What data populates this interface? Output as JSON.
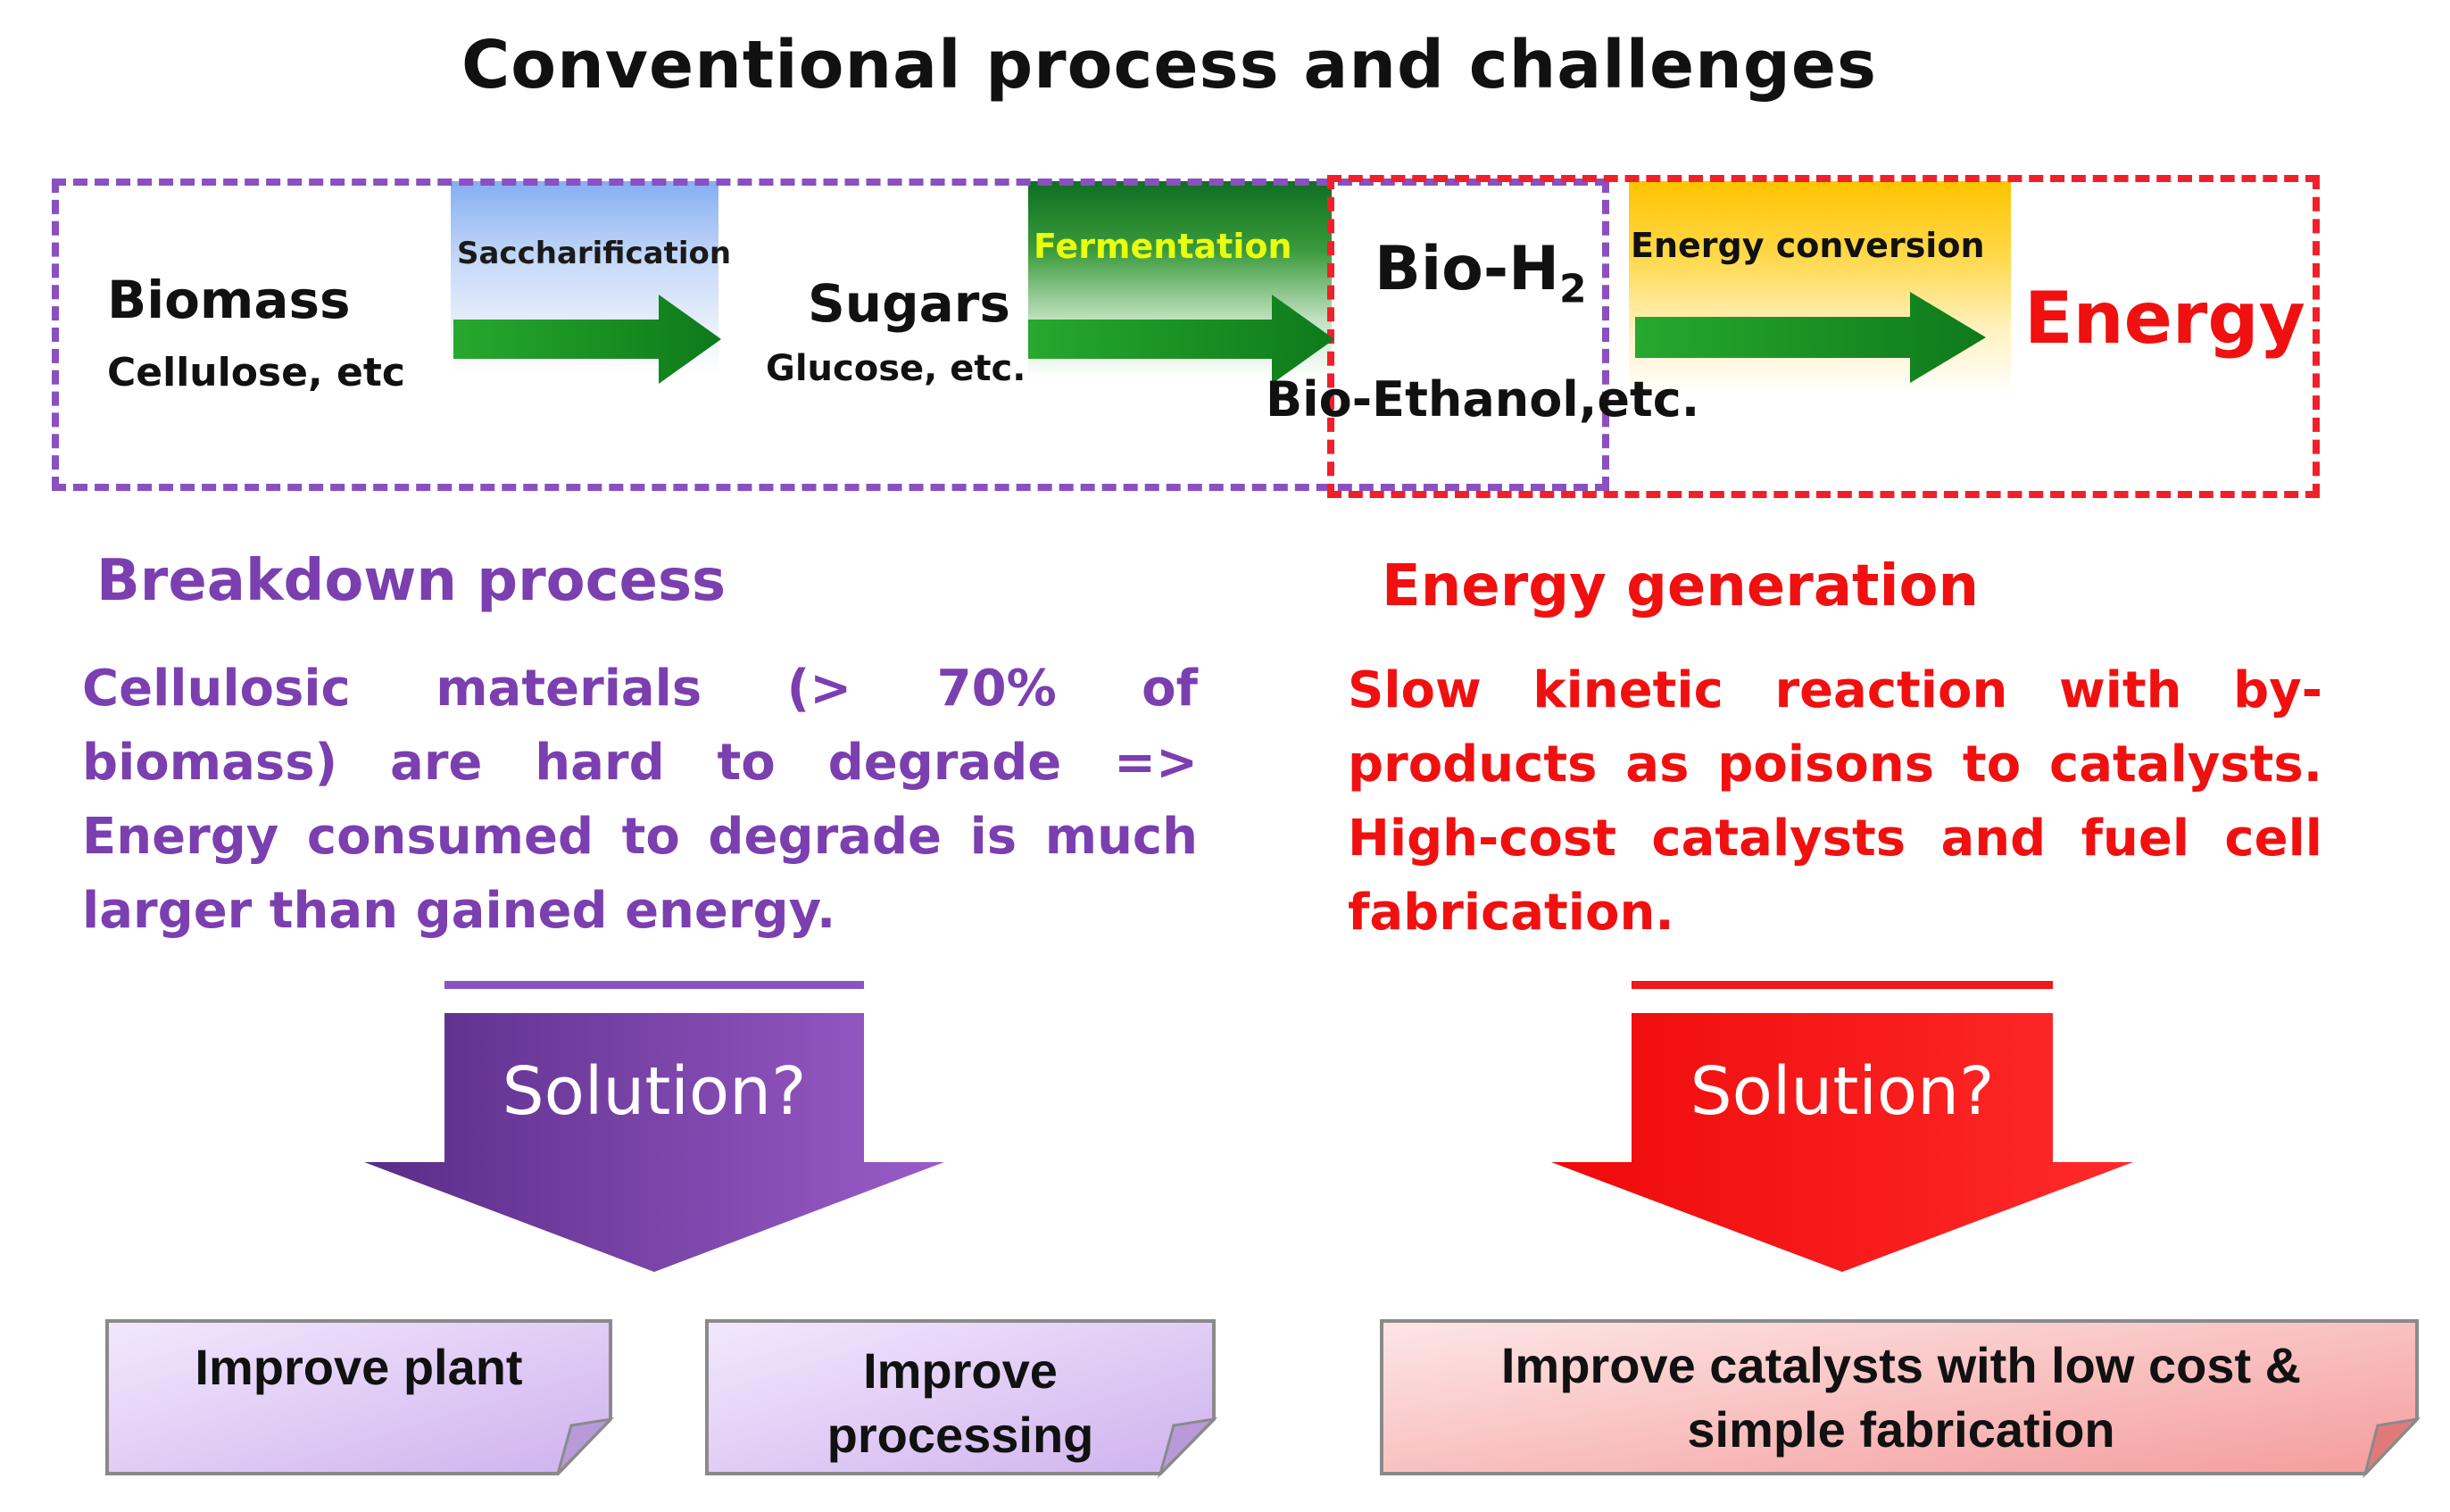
{
  "title": "Conventional process and challenges",
  "flow": {
    "biomass": {
      "label": "Biomass",
      "sub": "Cellulose, etc"
    },
    "saccharification": "Saccharification",
    "sugars": {
      "label": "Sugars",
      "sub": "Glucose, etc."
    },
    "fermentation": "Fermentation",
    "bio_h2": {
      "label": "Bio-H",
      "subscript": "2",
      "sub": "Bio-Ethanol,etc."
    },
    "energy_conversion": "Energy conversion",
    "energy": "Energy"
  },
  "left": {
    "heading": "Breakdown process",
    "text": "Cellulosic materials (> 70% of biomass) are hard to degrade => Energy consumed to degrade is much larger than gained energy.",
    "solution": "Solution?",
    "notes": [
      "Improve plant",
      "Improve processing"
    ]
  },
  "right": {
    "heading": "Energy generation",
    "text": "Slow kinetic reaction with by-products as poisons to catalysts. High-cost catalysts and fuel cell fabrication.",
    "solution": "Solution?",
    "note": "Improve catalysts with low cost & simple fabrication"
  },
  "colors": {
    "purple": "#7b3fb0",
    "red": "#f01010",
    "green_arrow": "#138a1e",
    "note_purple": "#ddc8f5",
    "note_red": "#f9b4b4"
  }
}
